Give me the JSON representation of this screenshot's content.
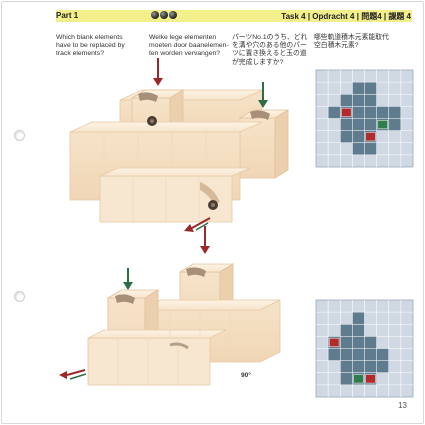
{
  "header": {
    "part": "Part 1",
    "task": "Task 4 | Opdracht 4 | 問題4 | 課題 4"
  },
  "questions": {
    "en": "Which blank elements have to be replaced by track elements?",
    "nl": "Welke lege elementen moeten door baanelemen-ten worden vervangen?",
    "ja": "パーツNo.1のうち、どれを溝や穴のある他のパーツに置き換えると玉の道が完成しますか?",
    "zh": "哪些軌道積木元素能取代空白積木元素?"
  },
  "figures": {
    "rotation": "90°"
  },
  "grid_maps": [
    {
      "cells": [
        {
          "r": 1,
          "c": 3
        },
        {
          "r": 1,
          "c": 4
        },
        {
          "r": 2,
          "c": 2
        },
        {
          "r": 2,
          "c": 3
        },
        {
          "r": 2,
          "c": 4
        },
        {
          "r": 3,
          "c": 1
        },
        {
          "r": 3,
          "c": 2
        },
        {
          "r": 3,
          "c": 3
        },
        {
          "r": 3,
          "c": 4
        },
        {
          "r": 3,
          "c": 5
        },
        {
          "r": 3,
          "c": 6
        },
        {
          "r": 4,
          "c": 2
        },
        {
          "r": 4,
          "c": 3
        },
        {
          "r": 4,
          "c": 4
        },
        {
          "r": 4,
          "c": 5
        },
        {
          "r": 4,
          "c": 6
        },
        {
          "r": 5,
          "c": 2
        },
        {
          "r": 5,
          "c": 3
        },
        {
          "r": 5,
          "c": 4
        },
        {
          "r": 6,
          "c": 3
        },
        {
          "r": 6,
          "c": 4
        }
      ],
      "markers": [
        {
          "r": 3,
          "c": 2,
          "color": "#b22a2a"
        },
        {
          "r": 4,
          "c": 5,
          "color": "#2f7d4c"
        },
        {
          "r": 5,
          "c": 4,
          "color": "#b22a2a"
        }
      ]
    },
    {
      "cells": [
        {
          "r": 1,
          "c": 3
        },
        {
          "r": 2,
          "c": 2
        },
        {
          "r": 2,
          "c": 3
        },
        {
          "r": 3,
          "c": 1
        },
        {
          "r": 3,
          "c": 2
        },
        {
          "r": 3,
          "c": 3
        },
        {
          "r": 3,
          "c": 4
        },
        {
          "r": 4,
          "c": 1
        },
        {
          "r": 4,
          "c": 2
        },
        {
          "r": 4,
          "c": 3
        },
        {
          "r": 4,
          "c": 4
        },
        {
          "r": 4,
          "c": 5
        },
        {
          "r": 5,
          "c": 2
        },
        {
          "r": 5,
          "c": 3
        },
        {
          "r": 5,
          "c": 4
        },
        {
          "r": 5,
          "c": 5
        },
        {
          "r": 6,
          "c": 2
        },
        {
          "r": 6,
          "c": 3
        },
        {
          "r": 6,
          "c": 4
        }
      ],
      "markers": [
        {
          "r": 3,
          "c": 1,
          "color": "#b22a2a"
        },
        {
          "r": 6,
          "c": 3,
          "color": "#2f7d4c"
        },
        {
          "r": 6,
          "c": 4,
          "color": "#b22a2a"
        }
      ]
    }
  ],
  "page_number": "13",
  "colors": {
    "header_bar": "#f3ef8a",
    "arrow_red": "#9a2a2a",
    "arrow_green": "#2f6e45",
    "grid_bg": "#cfd8e3",
    "grid_cell": "#5f7b8e",
    "block_light": "#fbeedd",
    "block_mid": "#f3dcc0",
    "block_dark": "#e6c6a3"
  }
}
